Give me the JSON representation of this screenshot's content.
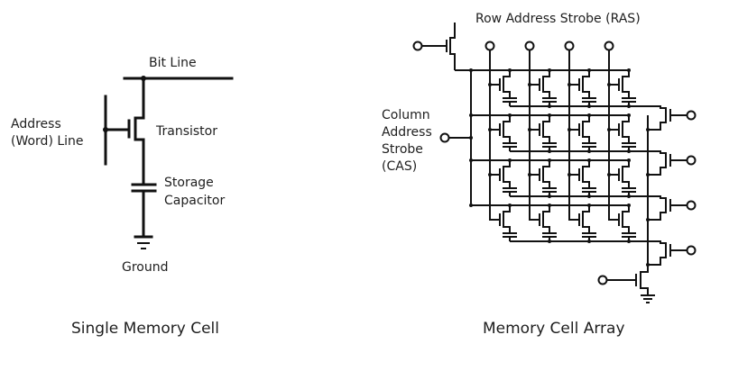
{
  "single_cell": {
    "bit_line": "Bit Line",
    "address_line_1": "Address",
    "address_line_2": "(Word) Line",
    "transistor": "Transistor",
    "capacitor_1": "Storage",
    "capacitor_2": "Capacitor",
    "ground": "Ground",
    "caption": "Single Memory Cell"
  },
  "array": {
    "ras": "Row Address Strobe (RAS)",
    "cas_1": "Column",
    "cas_2": "Address",
    "cas_3": "Strobe",
    "cas_4": "(CAS)",
    "caption": "Memory Cell Array",
    "rows": 4,
    "columns": 4
  },
  "colors": {
    "line": "#111111",
    "background": "#ffffff"
  }
}
